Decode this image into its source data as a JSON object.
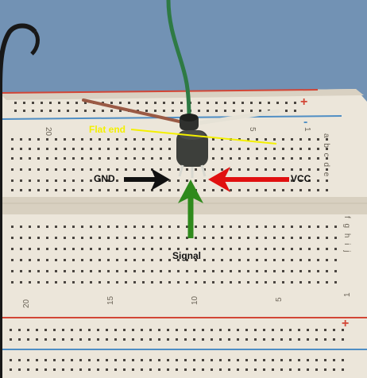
{
  "annotations": {
    "flat_end": "Flat end",
    "gnd": "GND",
    "vcc": "VCC",
    "signal": "Signal"
  },
  "breadboard": {
    "column_numbers_top": [
      "20",
      "5",
      "1"
    ],
    "row_letters_top": "a b c d e",
    "row_letters_bottom": "f g h i j",
    "column_numbers_bottom": [
      "20",
      "15",
      "10",
      "5",
      "1"
    ],
    "rail_marks": [
      "+",
      "-",
      "+"
    ]
  },
  "colors": {
    "background": "#6f8fb1",
    "board": "#ece6da",
    "rail_red": "#d24636",
    "rail_blue": "#4f8ec4",
    "arrow_gnd": "#111111",
    "arrow_vcc": "#e01010",
    "arrow_signal": "#2f8a1c",
    "flat_end_line": "#f4f000",
    "wire_green": "#2e7a44",
    "wire_black": "#181818",
    "lead_copper": "#9a5a45",
    "lead_white": "#e6e2d6",
    "sensor_body": "#3d3f3b"
  }
}
